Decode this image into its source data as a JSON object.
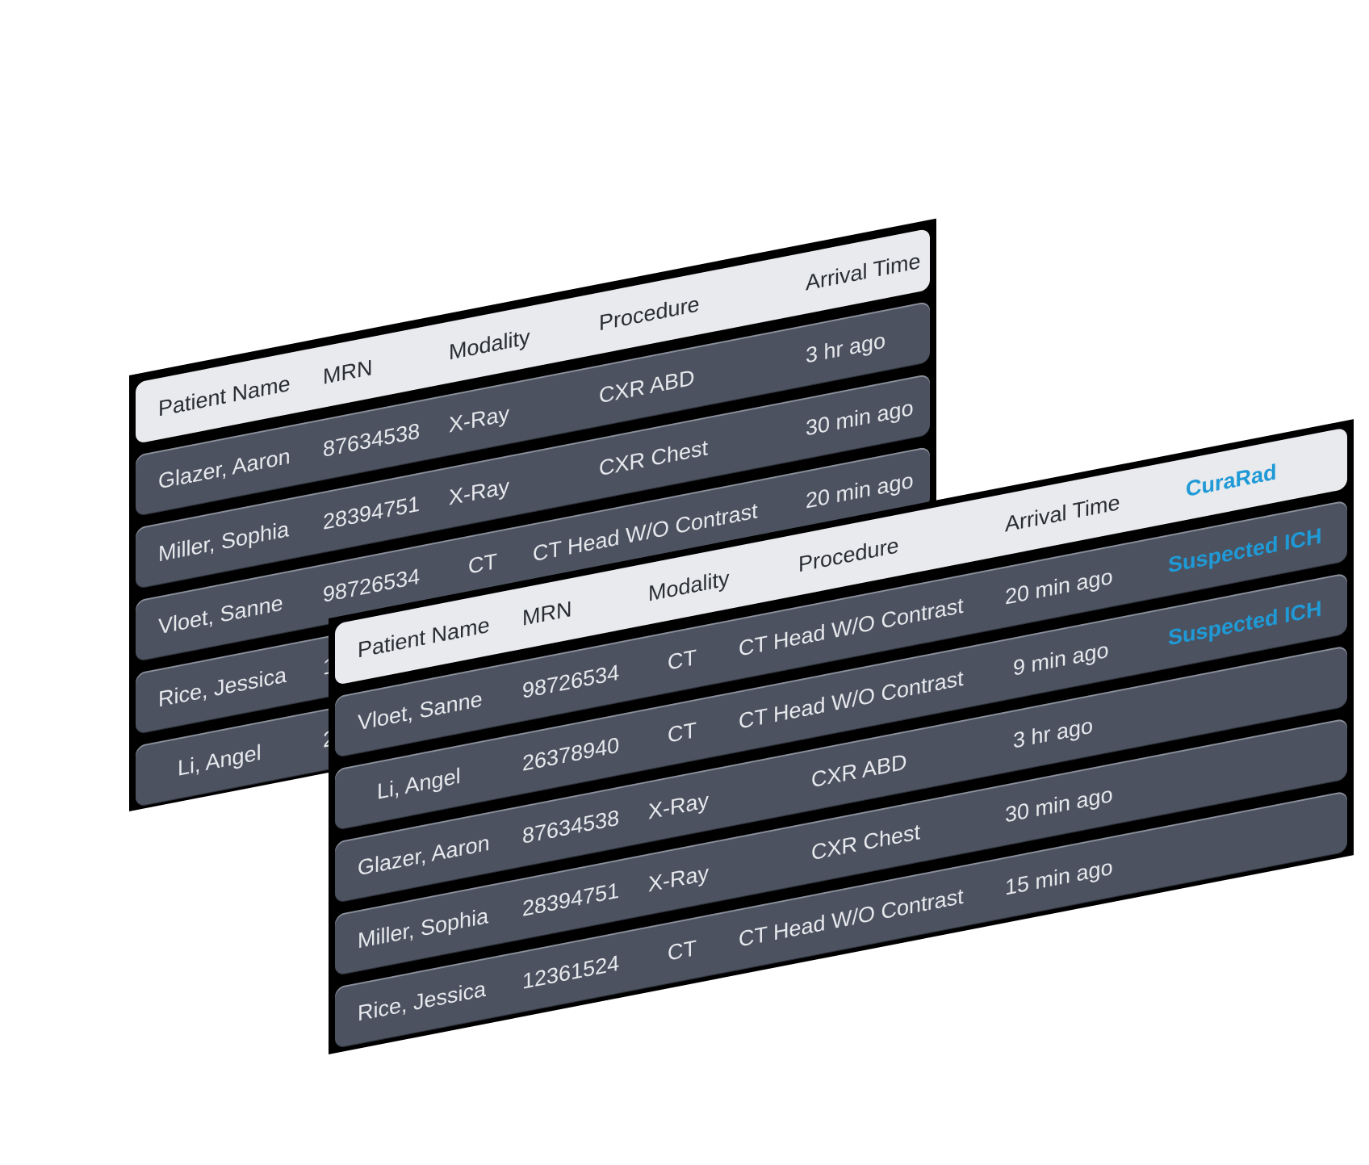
{
  "colors": {
    "panel": "#000000",
    "row": "#4c5260",
    "header": "#e8eaed",
    "accent": "#1f9ad6"
  },
  "back_table": {
    "headers": {
      "name": "Patient Name",
      "mrn": "MRN",
      "modality": "Modality",
      "procedure": "Procedure",
      "arrival": "Arrival Time"
    },
    "rows": [
      {
        "name": "Glazer, Aaron",
        "mrn": "87634538",
        "modality": "X-Ray",
        "procedure": "CXR ABD",
        "arrival": "3 hr ago"
      },
      {
        "name": "Miller, Sophia",
        "mrn": "28394751",
        "modality": "X-Ray",
        "procedure": "CXR Chest",
        "arrival": "30 min ago"
      },
      {
        "name": "Vloet, Sanne",
        "mrn": "98726534",
        "modality": "CT",
        "procedure": "CT Head W/O Contrast",
        "arrival": "20 min ago"
      },
      {
        "name": "Rice, Jessica",
        "mrn": "1",
        "modality": "",
        "procedure": "",
        "arrival": ""
      },
      {
        "name": "Li, Angel",
        "mrn": "2",
        "modality": "",
        "procedure": "",
        "arrival": ""
      }
    ]
  },
  "front_table": {
    "headers": {
      "name": "Patient Name",
      "mrn": "MRN",
      "modality": "Modality",
      "procedure": "Procedure",
      "arrival": "Arrival Time",
      "ai": "CuraRad"
    },
    "rows": [
      {
        "name": "Vloet, Sanne",
        "mrn": "98726534",
        "modality": "CT",
        "procedure": "CT Head W/O Contrast",
        "arrival": "20 min ago",
        "ai": "Suspected ICH"
      },
      {
        "name": "Li, Angel",
        "mrn": "26378940",
        "modality": "CT",
        "procedure": "CT Head W/O Contrast",
        "arrival": "9 min ago",
        "ai": "Suspected ICH"
      },
      {
        "name": "Glazer, Aaron",
        "mrn": "87634538",
        "modality": "X-Ray",
        "procedure": "CXR ABD",
        "arrival": "3 hr ago",
        "ai": ""
      },
      {
        "name": "Miller, Sophia",
        "mrn": "28394751",
        "modality": "X-Ray",
        "procedure": "CXR Chest",
        "arrival": "30 min ago",
        "ai": ""
      },
      {
        "name": "Rice, Jessica",
        "mrn": "12361524",
        "modality": "CT",
        "procedure": "CT Head W/O Contrast",
        "arrival": "15 min ago",
        "ai": ""
      }
    ]
  }
}
